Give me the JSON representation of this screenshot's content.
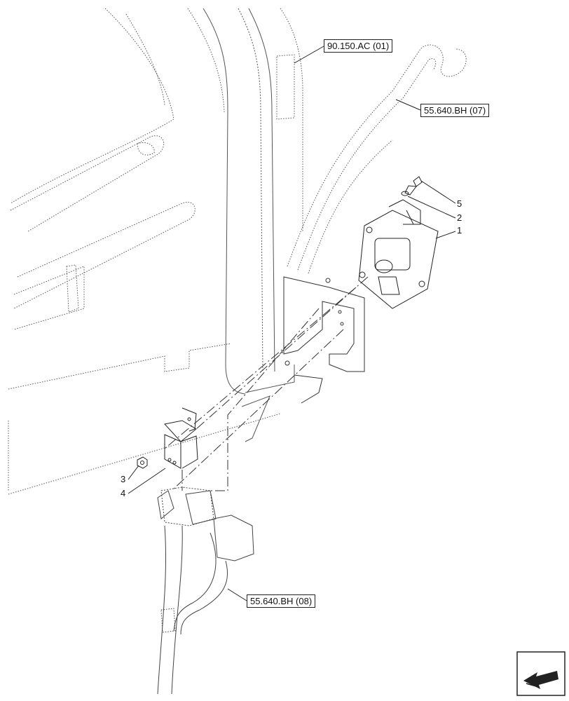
{
  "references": {
    "ref_top": "90.150.AC (01)",
    "ref_right": "55.640.BH (07)",
    "ref_bottom": "55.640.BH (08)"
  },
  "callouts": {
    "item_1": "1",
    "item_2": "2",
    "item_3": "3",
    "item_4": "4",
    "item_5": "5"
  },
  "icons": {
    "navigation": "arrow-back-icon"
  }
}
